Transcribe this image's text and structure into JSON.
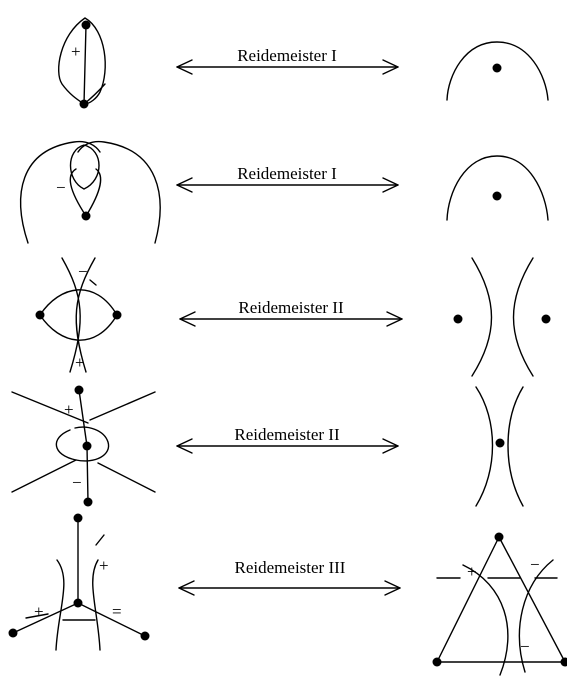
{
  "moves": [
    {
      "label": "Reidemeister I",
      "signs": [
        "+"
      ]
    },
    {
      "label": "Reidemeister I",
      "signs": [
        "−"
      ]
    },
    {
      "label": "Reidemeister II",
      "signs": [
        "−",
        "+"
      ]
    },
    {
      "label": "Reidemeister II",
      "signs": [
        "+",
        "−"
      ]
    },
    {
      "label": "Reidemeister III",
      "left_signs": [
        "+",
        "+",
        "="
      ],
      "right_signs": [
        "+",
        "−",
        "−"
      ]
    }
  ],
  "colors": {
    "stroke": "#000000",
    "background": "#ffffff"
  }
}
